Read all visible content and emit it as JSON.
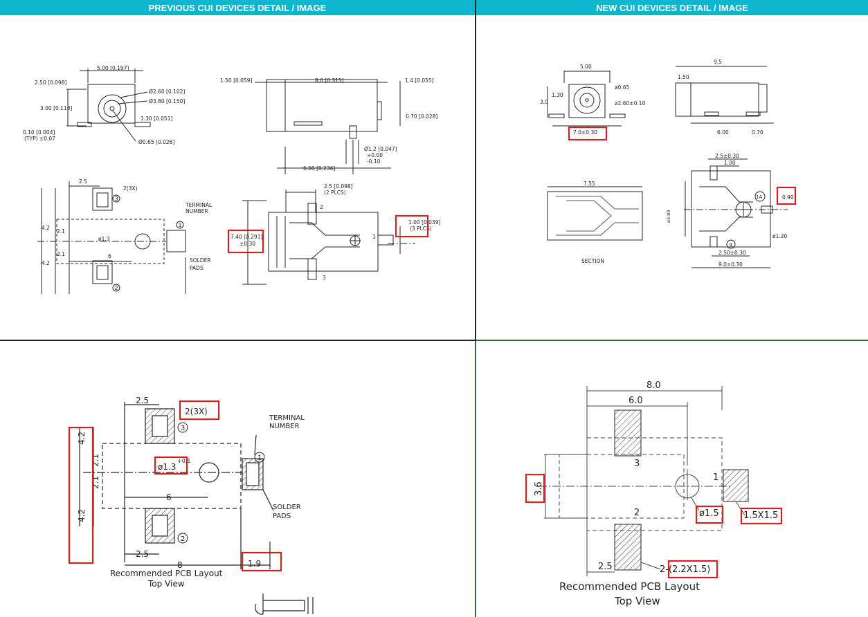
{
  "headers": {
    "previous": "PREVIOUS CUI DEVICES DETAIL / IMAGE",
    "new": "NEW CUI DEVICES DETAIL / IMAGE"
  },
  "prev_top": {
    "d_500": "5.00 [0.197]",
    "d_250": "2.50 [0.098]",
    "d_260": "Ø2.60 [0.102]",
    "d_380": "Ø3.80 [0.150]",
    "d_300": "3.00 [0.118]",
    "d_130": "1.30 [0.051]",
    "d_010": "0.10 [0.004]",
    "d_typ": "(TYP)  ±0.07",
    "d_065": "Ø0.65 [0.026]",
    "d_150": "1.50 [0.059]",
    "d_80": "8.0 [0.315]",
    "d_14": "1.4 [0.055]",
    "d_070": "0.70 [0.028]",
    "d_12": "Ø1.2 [0.047]",
    "d_12tol1": "+0.00",
    "d_12tol2": "-0.10",
    "d_600": "6.00 [0.236]",
    "d_25plcs": "2.5 [0.098]",
    "d_2plcs": "(2 PLCS)",
    "d_740": "7.40 [0.291]",
    "d_740tol": "±0.30",
    "d_100": "1.00 [0.039]",
    "d_3plcs": "(3 PLCS)",
    "pin1": "1",
    "pin2": "2",
    "pin3": "3",
    "s_25": "2.5",
    "s_23x": "2(3X)",
    "s_42a": "4.2",
    "s_42b": "4.2",
    "s_21a": "2.1",
    "s_21b": "2.1",
    "s_d13": "ø1.3",
    "s_6": "6",
    "s_c1": "1",
    "s_c2": "2",
    "s_c3": "3",
    "terminal": "TERMINAL",
    "number": "NUMBER",
    "solder": "SOLDER",
    "pads": "PADS"
  },
  "new_top": {
    "d_500": "5.00",
    "d_95": "9.5",
    "d_130": "1.30",
    "d_30": "3.0",
    "d_065": "ø0.65",
    "d_260": "ø2.60±0.10",
    "d_70": "7.0±0.30",
    "d_150": "1.50",
    "d_600": "6.00",
    "d_070": "0.70",
    "d_755": "7.55",
    "section": "SECTION",
    "d_25": "2.5±0.30",
    "d_100": "1.00",
    "d_090": "0.90",
    "d_380": "ø3.80",
    "d_120": "ø1.20",
    "d_250": "2.50±0.30",
    "d_90": "9.0±0.30",
    "c_1a": "1A",
    "c_4": "4"
  },
  "prev_bottom": {
    "d_25a": "2.5",
    "d_23x": "2(3X)",
    "d_42a": "4.2",
    "d_42b": "4.2",
    "d_21a": "2.1",
    "d_21b": "2.1",
    "d_13": "ø1.3",
    "d_13tol": "+0.1",
    "d_6": "6",
    "d_25b": "2.5",
    "d_8": "8",
    "d_19": "1.9",
    "c_1": "1",
    "c_2": "2",
    "c_3": "3",
    "terminal": "TERMINAL",
    "number": "NUMBER",
    "solder": "SOLDER",
    "pads": "PADS",
    "caption1": "Recommended PCB Layout",
    "caption2": "Top View"
  },
  "new_bottom": {
    "d_80": "8.0",
    "d_60": "6.0",
    "d_36": "3.6",
    "d_15": "ø1.5",
    "d_15x15": "1.5X1.5",
    "d_25": "2.5",
    "d_22x15": "2-(2.2X1.5)",
    "pad1": "1",
    "pad2": "2",
    "pad3": "3",
    "caption1": "Recommended PCB Layout",
    "caption2": "Top View"
  }
}
